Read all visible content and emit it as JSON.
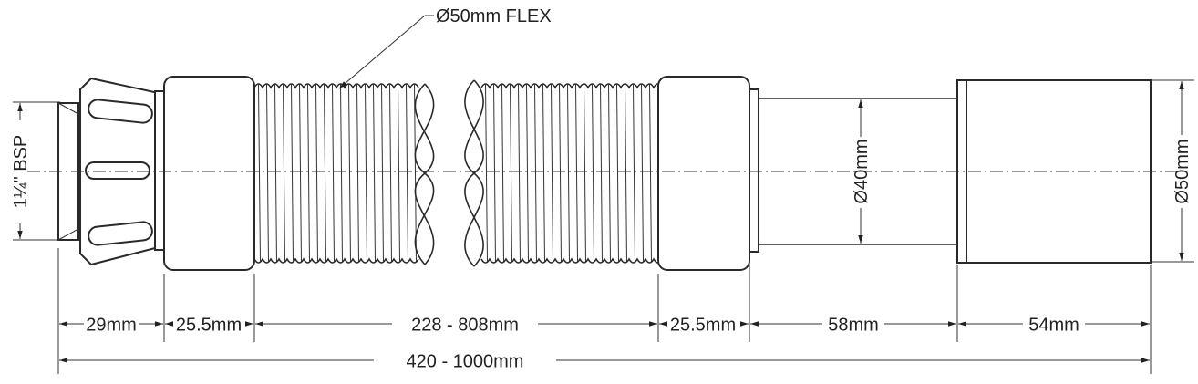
{
  "labels": {
    "flex": "Ø50mm FLEX",
    "thread": "1¼\" BSP",
    "inner_diameter": "Ø40mm",
    "outer_diameter": "Ø50mm"
  },
  "dimensions": {
    "seg1": "29mm",
    "seg2": "25.5mm",
    "seg3": "228 - 808mm",
    "seg4": "25.5mm",
    "seg5": "58mm",
    "seg6": "54mm",
    "total": "420 - 1000mm"
  },
  "colors": {
    "line": "#2a2a2a",
    "background": "#ffffff"
  }
}
